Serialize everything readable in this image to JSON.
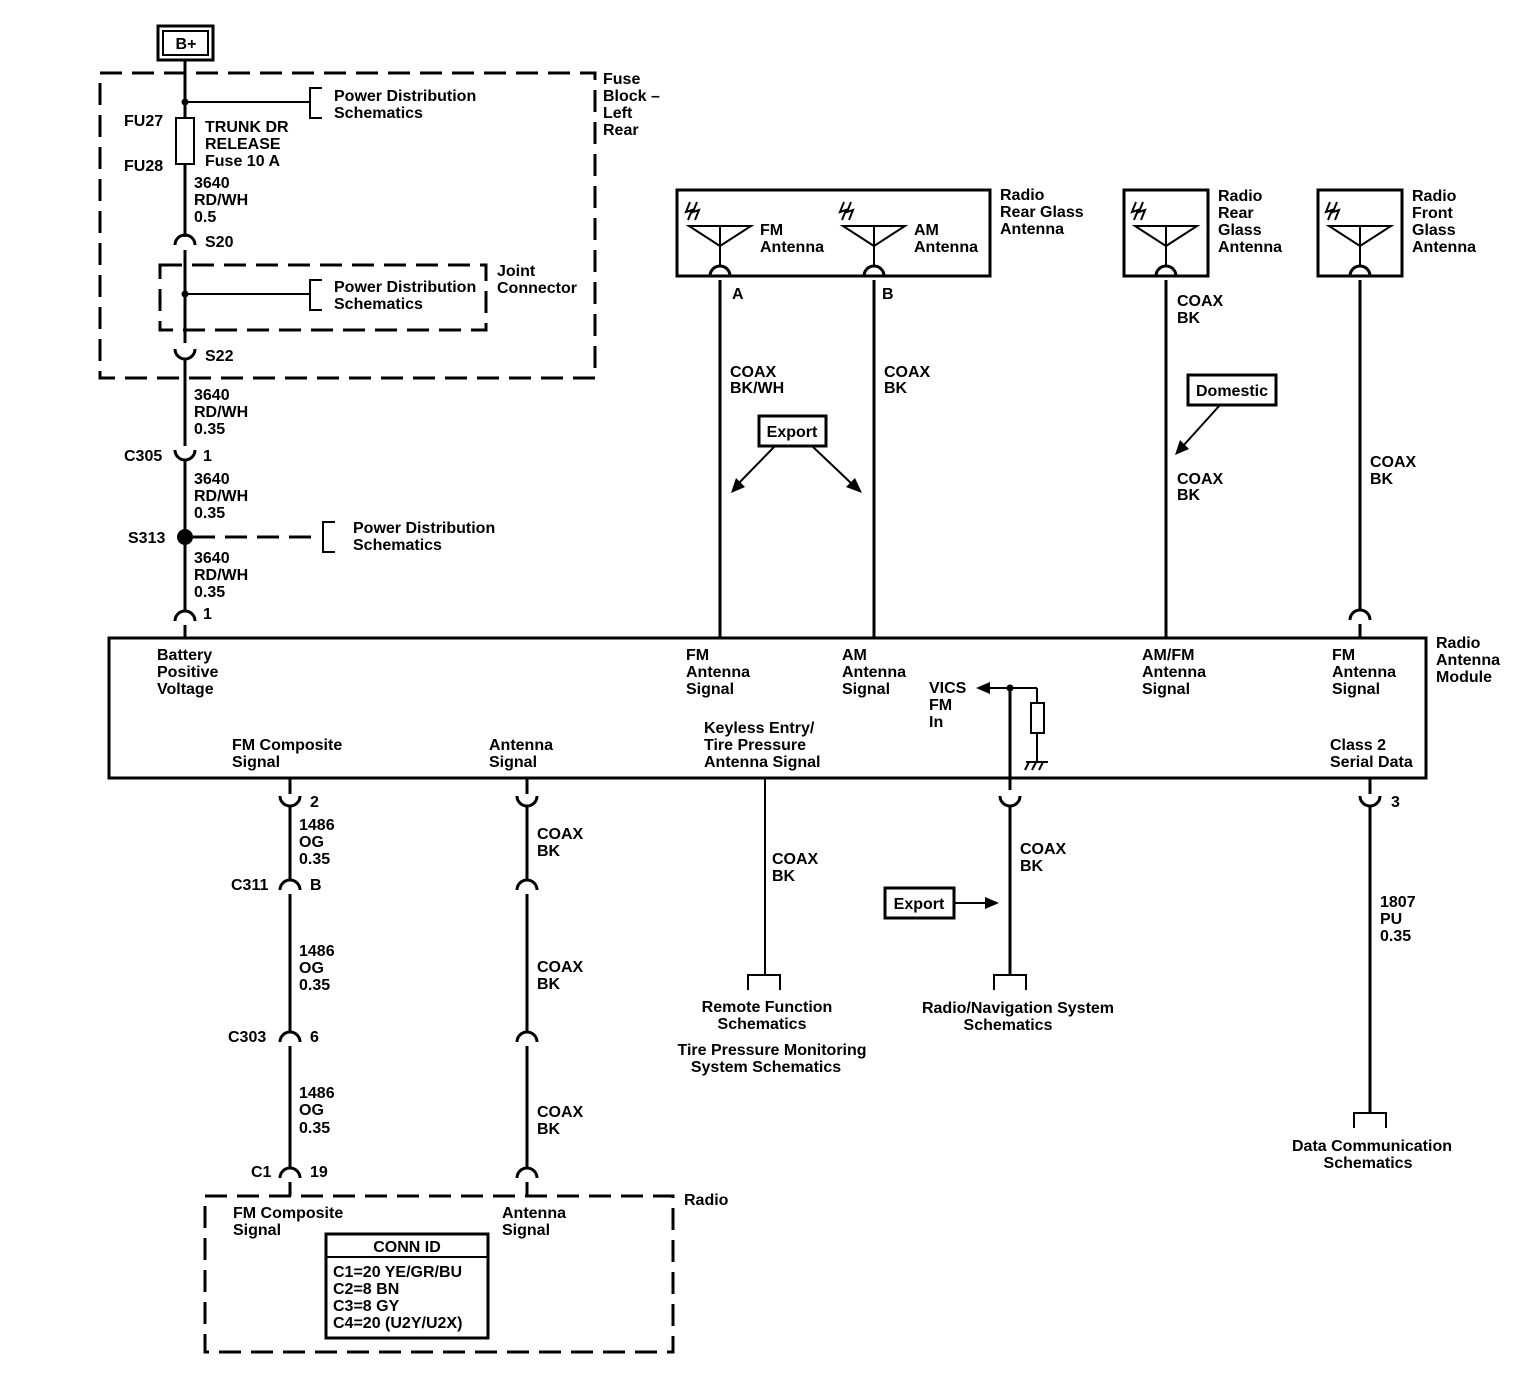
{
  "supply": {
    "label": "B+"
  },
  "fuse_block": {
    "label_lines": [
      "Fuse",
      "Block –",
      "Left",
      "Rear"
    ],
    "fuse_top_id": "FU27",
    "fuse_bottom_id": "FU28",
    "fuse_desc_lines": [
      "TRUNK DR",
      "RELEASE",
      "Fuse 10 A"
    ],
    "pd_lines": [
      "Power Distribution",
      "Schematics"
    ]
  },
  "wire_3640_a": [
    "3640",
    "RD/WH",
    "0.5"
  ],
  "splice_s20": "S20",
  "joint_connector": {
    "label_lines": [
      "Joint",
      "Connector"
    ],
    "pd_lines": [
      "Power Distribution",
      "Schematics"
    ]
  },
  "splice_s22": "S22",
  "wire_3640_b": [
    "3640",
    "RD/WH",
    "0.35"
  ],
  "c305": {
    "id": "C305",
    "pin": "1"
  },
  "wire_3640_c": [
    "3640",
    "RD/WH",
    "0.35"
  ],
  "s313": {
    "id": "S313",
    "pd_lines": [
      "Power Distribution",
      "Schematics"
    ]
  },
  "wire_3640_d": [
    "3640",
    "RD/WH",
    "0.35"
  ],
  "module_pin_1": "1",
  "rear_glass_antenna": {
    "label_lines": [
      "Radio",
      "Rear Glass",
      "Antenna"
    ],
    "fm_lines": [
      "FM",
      "Antenna"
    ],
    "am_lines": [
      "AM",
      "Antenna"
    ],
    "pin_a": "A",
    "pin_b": "B"
  },
  "rear_glass_antenna_2": {
    "label_lines": [
      "Radio",
      "Rear",
      "Glass",
      "Antenna"
    ]
  },
  "front_glass_antenna": {
    "label_lines": [
      "Radio",
      "Front",
      "Glass",
      "Antenna"
    ]
  },
  "coax_fm": [
    "COAX",
    "BK/WH"
  ],
  "coax_am": [
    "COAX",
    "BK"
  ],
  "coax_rear_top": [
    "COAX",
    "BK"
  ],
  "coax_rear_bottom": [
    "COAX",
    "BK"
  ],
  "coax_front": [
    "COAX",
    "BK"
  ],
  "export_label": "Export",
  "domestic_label": "Domestic",
  "module": {
    "label_lines": [
      "Radio",
      "Antenna",
      "Module"
    ],
    "battery_lines": [
      "Battery",
      "Positive",
      "Voltage"
    ],
    "fm_signal_lines": [
      "FM",
      "Antenna",
      "Signal"
    ],
    "am_signal_lines": [
      "AM",
      "Antenna",
      "Signal"
    ],
    "amfm_signal_lines": [
      "AM/FM",
      "Antenna",
      "Signal"
    ],
    "fm_signal2_lines": [
      "FM",
      "Antenna",
      "Signal"
    ],
    "vics_lines": [
      "VICS",
      "FM",
      "In"
    ],
    "fm_composite_lines": [
      "FM Composite",
      "Signal"
    ],
    "antenna_signal_lines": [
      "Antenna",
      "Signal"
    ],
    "keyless_lines": [
      "Keyless Entry/",
      "Tire Pressure",
      "Antenna Signal"
    ],
    "class2_lines": [
      "Class 2",
      "Serial Data"
    ]
  },
  "pin_2": "2",
  "wire_1486_a": [
    "1486",
    "OG",
    "0.35"
  ],
  "c311": {
    "id": "C311",
    "pin": "B"
  },
  "wire_1486_b": [
    "1486",
    "OG",
    "0.35"
  ],
  "c303": {
    "id": "C303",
    "pin": "6"
  },
  "wire_1486_c": [
    "1486",
    "OG",
    "0.35"
  ],
  "c1": {
    "id": "C1",
    "pin": "19"
  },
  "coax_ant_1": [
    "COAX",
    "BK"
  ],
  "coax_ant_2": [
    "COAX",
    "BK"
  ],
  "coax_ant_3": [
    "COAX",
    "BK"
  ],
  "coax_keyless": [
    "COAX",
    "BK"
  ],
  "coax_vics": [
    "COAX",
    "BK"
  ],
  "remote_lines": [
    "Remote Function",
    "Schematics"
  ],
  "tpms_lines": [
    "Tire Pressure Monitoring",
    "System Schematics"
  ],
  "radio_nav_lines": [
    "Radio/Navigation System",
    "Schematics"
  ],
  "pin_3": "3",
  "wire_1807": [
    "1807",
    "PU",
    "0.35"
  ],
  "data_comm_lines": [
    "Data Communication",
    "Schematics"
  ],
  "radio": {
    "label": "Radio",
    "fm_composite_lines": [
      "FM Composite",
      "Signal"
    ],
    "antenna_lines": [
      "Antenna",
      "Signal"
    ],
    "conn_id_title": "CONN ID",
    "conn_ids": [
      "C1=20 YE/GR/BU",
      "C2=8 BN",
      "C3=8 GY",
      "C4=20 (U2Y/U2X)"
    ]
  }
}
